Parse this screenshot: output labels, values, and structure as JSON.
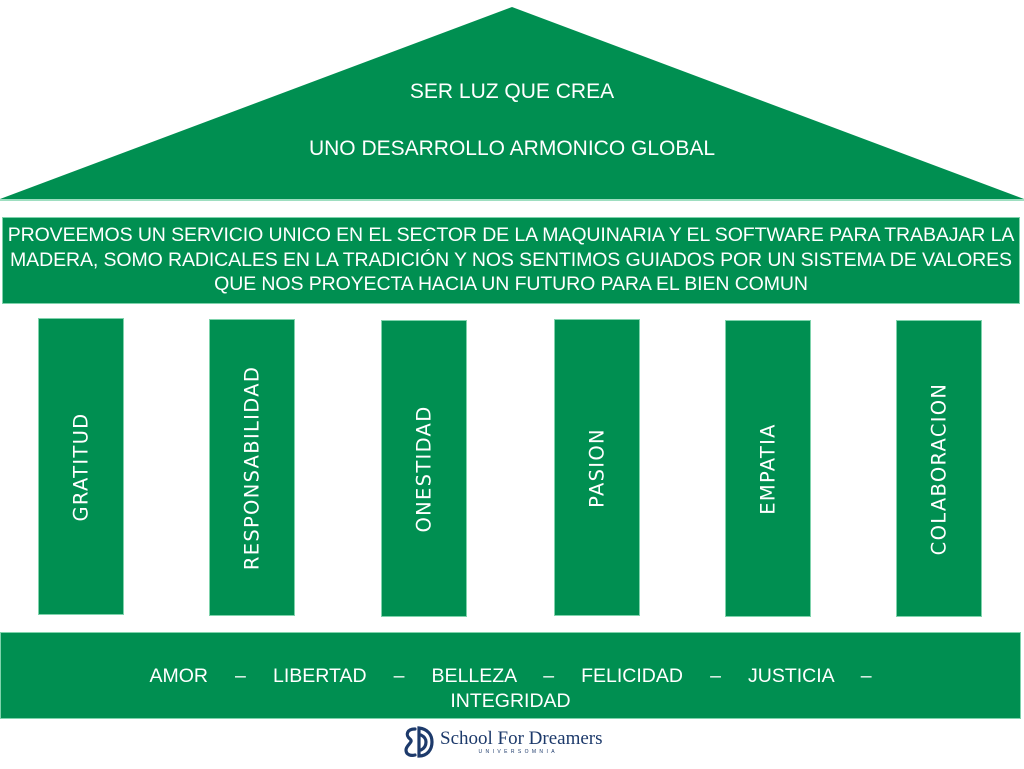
{
  "colors": {
    "primary_green": "#008f51",
    "text": "#ffffff",
    "logo_navy": "#1d3a6b"
  },
  "roof": {
    "line1": "SER LUZ QUE CREA",
    "line2": "UNO DESARROLLO ARMONICO GLOBAL"
  },
  "beam": {
    "text": "PROVEEMOS UN SERVICIO UNICO EN EL SECTOR DE LA MAQUINARIA Y EL SOFTWARE PARA TRABAJAR LA MADERA, SOMO RADICALES EN LA TRADICIÓN Y NOS SENTIMOS GUIADOS POR UN SISTEMA DE VALORES QUE NOS PROYECTA HACIA UN FUTURO PARA EL BIEN COMUN"
  },
  "pillars": [
    {
      "label": "GRATITUD"
    },
    {
      "label": "RESPONSABILIDAD"
    },
    {
      "label": "ONESTIDAD"
    },
    {
      "label": "PASION"
    },
    {
      "label": "EMPATIA"
    },
    {
      "label": "COLABORACION"
    }
  ],
  "base": {
    "line1": "AMOR     –     LIBERTAD     –     BELLEZA     –     FELICIDAD     –     JUSTICIA     –",
    "line2": "INTEGRIDAD",
    "values": [
      "AMOR",
      "LIBERTAD",
      "BELLEZA",
      "FELICIDAD",
      "JUSTICIA",
      "INTEGRIDAD"
    ]
  },
  "logo": {
    "icon": "school-for-dreamers-logo-icon",
    "name": "School For Dreamers",
    "tagline": "UNIVERSOMNIA"
  }
}
